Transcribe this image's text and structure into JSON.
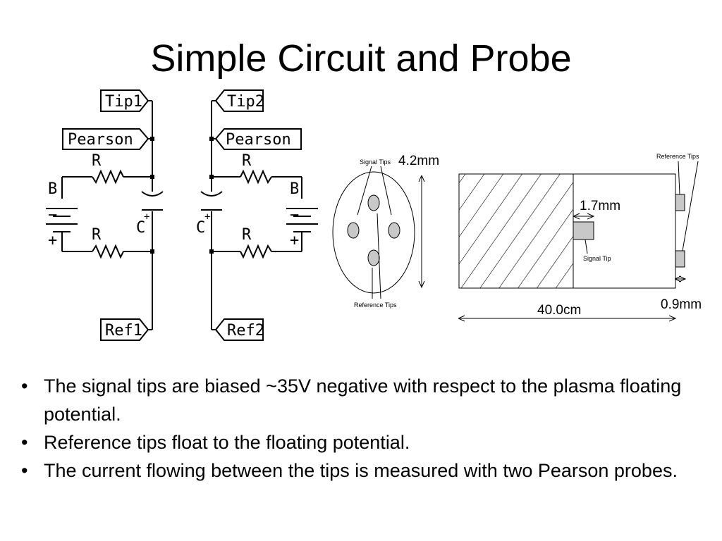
{
  "slide": {
    "title": "Simple Circuit and Probe"
  },
  "circuit_left": {
    "tip_label": "Tip1",
    "pearson_label": "Pearson",
    "ref_label": "Ref1",
    "resistor_top": "R",
    "resistor_bottom": "R",
    "battery_label": "B",
    "battery_minus": "−",
    "battery_plus": "+",
    "capacitor_label": "C",
    "capacitor_plus": "+"
  },
  "circuit_right": {
    "tip_label": "Tip2",
    "pearson_label": "Pearson",
    "ref_label": "Ref2",
    "resistor_top": "R",
    "resistor_bottom": "R",
    "battery_label": "B",
    "battery_minus": "−",
    "battery_plus": "+",
    "capacitor_label": "C",
    "capacitor_plus": "+"
  },
  "probe_end_view": {
    "signal_tips_label": "Signal Tips",
    "reference_tips_label": "Reference Tips",
    "diameter_label": "4.2mm"
  },
  "probe_side_view": {
    "reference_tips_label": "Reference Tips",
    "signal_tip_label": "Signal Tip",
    "tip_length_label": "1.7mm",
    "ref_tip_length_label": "0.9mm",
    "length_label": "40.0cm"
  },
  "bullets": [
    {
      "marker": "•",
      "text": "The signal tips are biased ~35V negative with respect to the plasma floating potential."
    },
    {
      "marker": "•",
      "text": "Reference tips float to the floating potential."
    },
    {
      "marker": "•",
      "text": "The current flowing between the tips is measured with two Pearson probes."
    }
  ]
}
